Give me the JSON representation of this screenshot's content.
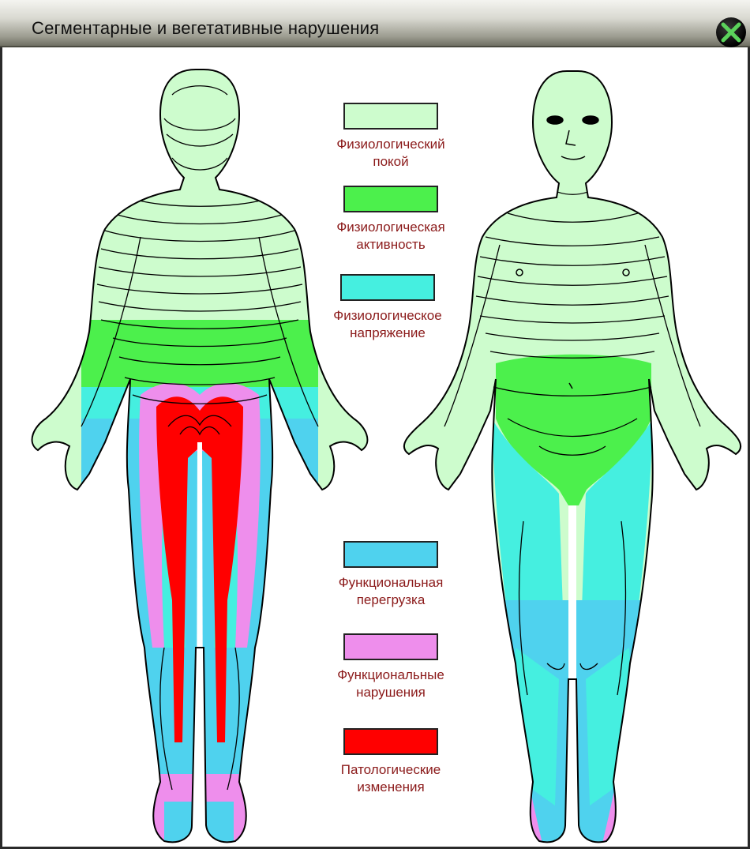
{
  "window": {
    "title": "Сегментарные и вегетативные нарушения",
    "close_icon": "close-icon"
  },
  "colors": {
    "rest": "#cdfccd",
    "activity": "#4cf04c",
    "tension": "#45efe0",
    "overload": "#4fd2ee",
    "functional": "#ee8eec",
    "pathological": "#ff0000",
    "outline": "#000000",
    "label": "#8b1a1a"
  },
  "legend": [
    {
      "line1": "Физиологический",
      "line2": "покой",
      "color": "#cdfccd"
    },
    {
      "line1": "Физиологическая",
      "line2": "активность",
      "color": "#4cf04c"
    },
    {
      "line1": "Физиологическое",
      "line2": "напряжение",
      "color": "#45efe0"
    },
    {
      "line1": "Функциональная",
      "line2": "перегрузка",
      "color": "#4fd2ee"
    },
    {
      "line1": "Функциональные",
      "line2": "нарушения",
      "color": "#ee8eec"
    },
    {
      "line1": "Патологические",
      "line2": "изменения",
      "color": "#ff0000"
    }
  ]
}
